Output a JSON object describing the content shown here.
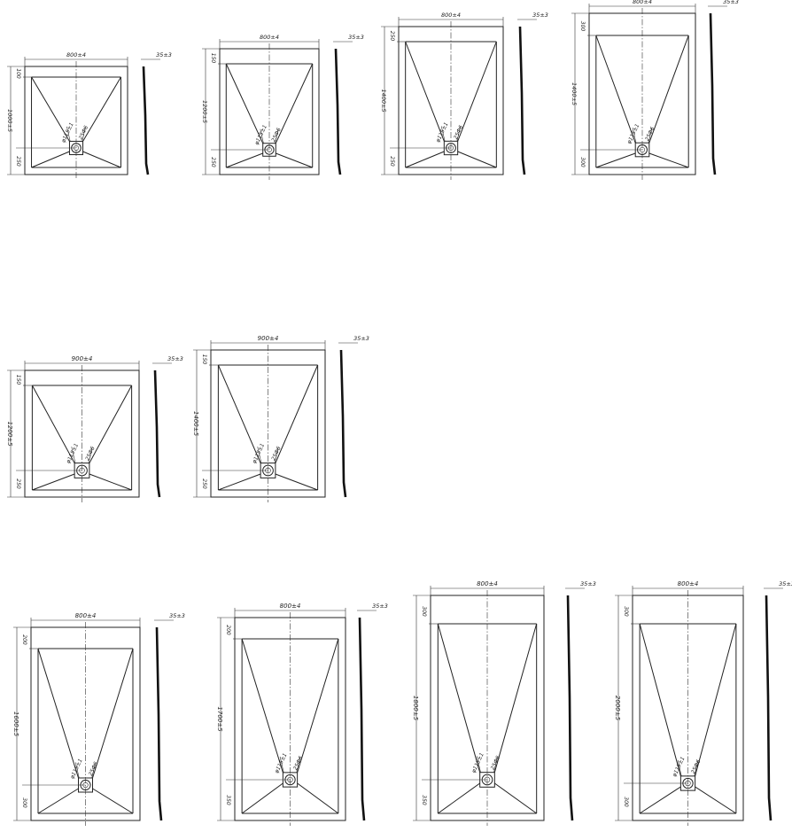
{
  "colors": {
    "line": "#222222",
    "background": "#ffffff"
  },
  "thickness_label": "35±3",
  "drains": {
    "small_label": "φ115±1",
    "large_label": "25Ф6"
  },
  "trays": [
    {
      "width_label": "800±4",
      "length_label": "1000±5",
      "top_gap": "100",
      "drain_offset": "250",
      "row": 1
    },
    {
      "width_label": "800±4",
      "length_label": "1200±5",
      "top_gap": "150",
      "drain_offset": "250",
      "row": 1
    },
    {
      "width_label": "800±4",
      "length_label": "1400±5",
      "top_gap": "250",
      "drain_offset": "250",
      "row": 1
    },
    {
      "width_label": "800±4",
      "length_label": "1400±5",
      "top_gap": "300",
      "drain_offset": "300",
      "row": 1
    },
    {
      "width_label": "900±4",
      "length_label": "1200±5",
      "top_gap": "150",
      "drain_offset": "250",
      "row": 2
    },
    {
      "width_label": "900±4",
      "length_label": "1400±5",
      "top_gap": "150",
      "drain_offset": "250",
      "row": 2
    },
    {
      "width_label": "800±4",
      "length_label": "1600±5",
      "top_gap": "200",
      "drain_offset": "300",
      "row": 3
    },
    {
      "width_label": "800±4",
      "length_label": "1700±5",
      "top_gap": "200",
      "drain_offset": "350",
      "row": 3
    },
    {
      "width_label": "800±4",
      "length_label": "1800±5",
      "top_gap": "300",
      "drain_offset": "350",
      "row": 3
    },
    {
      "width_label": "800±4",
      "length_label": "2000±5",
      "top_gap": "300",
      "drain_offset": "300",
      "row": 3
    }
  ]
}
